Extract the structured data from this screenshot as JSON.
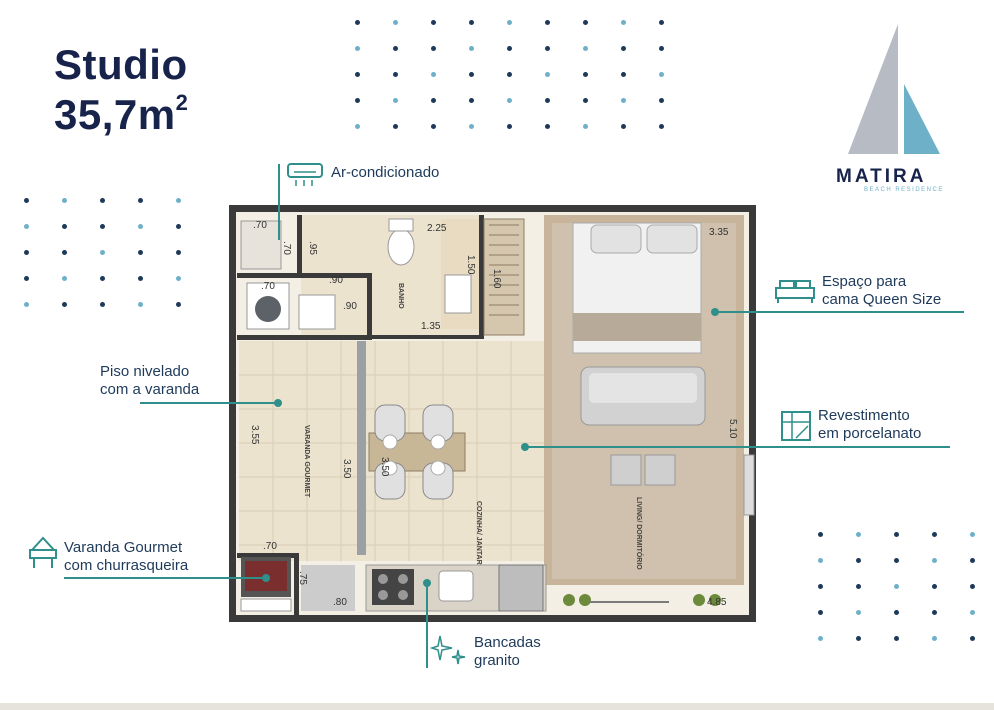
{
  "title": {
    "line1": "Studio",
    "area": "35,7m",
    "sup": "2"
  },
  "logo": {
    "name": "MATIRA",
    "subtitle": "BEACH RESIDENCE"
  },
  "callouts": {
    "ac": "Ar-condicionado",
    "bed_l1": "Espaço para",
    "bed_l2": "cama Queen Size",
    "floor_l1": "Piso nivelado",
    "floor_l2": "com a varanda",
    "tile_l1": "Revestimento",
    "tile_l2": "em porcelanato",
    "grill_l1": "Varanda Gourmet",
    "grill_l2": "com churrasqueira",
    "granite_l1": "Bancadas",
    "granite_l2": "granito"
  },
  "rooms": {
    "banho": "BANHO",
    "varanda_l1": "VARANDA",
    "varanda_l2": "GOURMET",
    "cozinha_l1": "COZINHA/",
    "cozinha_l2": "JANTAR",
    "living_l1": "LIVING/",
    "living_l2": "DORMITÓRIO"
  },
  "dimensions": {
    "d070a": ".70",
    "d070b": ".70",
    "d095": ".95",
    "d090a": ".90",
    "d070c": ".70",
    "d090b": ".90",
    "d135": "1.35",
    "d225": "2.25",
    "d150": "1.50",
    "d160": "1.60",
    "d335": "3.35",
    "d510": "5.10",
    "d355": "3.55",
    "d350a": "3.50",
    "d350b": "3.50",
    "d070d": ".70",
    "d075": ".75",
    "d080": ".80",
    "d485": "4.85"
  },
  "colors": {
    "navy": "#17234a",
    "teal": "#2f8f8a",
    "light_blue": "#6fb0c9",
    "floor": "#ece3cf",
    "wood": "#b9a58c"
  }
}
